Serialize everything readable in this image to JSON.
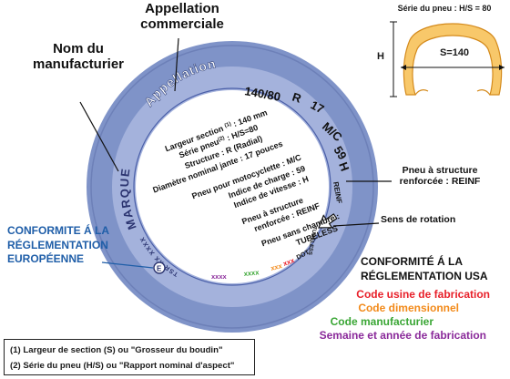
{
  "callouts": {
    "appellation_commerciale": [
      "Appellation",
      "commerciale"
    ],
    "nom_du_manufacturier": [
      "Nom du",
      "manufacturier"
    ],
    "pneu_structure": [
      "Pneu à structure",
      "renforcée : REINF"
    ],
    "sens_rotation": "Sens de rotation",
    "conformite_eu": [
      "CONFORMITE Á LA",
      "RÉGLEMENTATION",
      "EUROPÉENNE"
    ],
    "conformite_usa": [
      "CONFORMITÉ Á LA",
      "RÉGLEMENTATION USA"
    ]
  },
  "sidewall": {
    "appellation": "Appellation",
    "marque": "MARQUE",
    "size_code": [
      "140/80",
      "R",
      "17",
      "M/C",
      "59",
      "H"
    ],
    "reinf": "REINF",
    "tubeless": "TUBELESS",
    "eu_mark": "E",
    "eu_code": "TSR XX XXXX",
    "dot_code": [
      "xxxx",
      "xxxx",
      "xxx",
      "xxx",
      "DOT"
    ]
  },
  "inner_text": [
    "Largeur section ",
    " : 140 mm",
    "Série pneu",
    " : H/S=80",
    "Structure : R (Radial)",
    "Diamètre nominal jante : 17 pouces",
    "Pneu pour motocyclette : M/C",
    "Indice de charge : 59",
    "Indice de vitesse : H",
    "Pneu à structure",
    "renforcée : REINF",
    "Pneu sans chambre :",
    "TUBELESS"
  ],
  "inner_sup": [
    "(1)",
    "(2)"
  ],
  "cross_section": {
    "title": "Série du pneu : H/S = 80",
    "width_label": "S=140",
    "height_label": "H"
  },
  "code_legend": [
    {
      "label": "Code usine de fabrication",
      "color": "#e8202a"
    },
    {
      "label": "Code dimensionnel",
      "color": "#f28a1a"
    },
    {
      "label": "Code manufacturier",
      "color": "#3aa635"
    },
    {
      "label": "Semaine et année de fabrication",
      "color": "#8a2a9a"
    }
  ],
  "footnotes": [
    "(1) Largeur de section (S) ou \"Grosseur du boudin\"",
    "(2) Série du pneu (H/S) ou \"Rapport nominal d'aspect\""
  ],
  "colors": {
    "tyre_outer": "#7f93c8",
    "tyre_inner_band": "#a4b2dc",
    "tyre_rim": "#4a5fa8",
    "eu_blue": "#1f5ea8",
    "section_fill": "#f8c86a",
    "section_stroke": "#d48a1c"
  }
}
